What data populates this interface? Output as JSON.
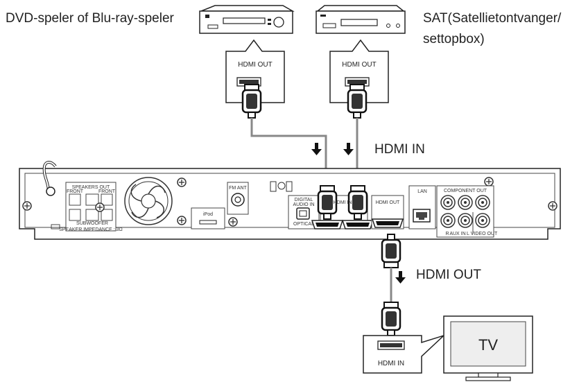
{
  "labels": {
    "dvd_player": "DVD-speler of Blu-ray-speler",
    "sat_line1": "SAT(Satellietontvanger/",
    "sat_line2": "settopbox)",
    "hdmi_in_main": "HDMI IN",
    "hdmi_out_main": "HDMI OUT",
    "tv": "TV"
  },
  "callouts": {
    "dvd_port": "HDMI OUT",
    "sat_port": "HDMI OUT",
    "tv_port": "HDMI  IN"
  },
  "panel": {
    "speakers_out": "SPEAKERS OUT",
    "front_left": "FRONT",
    "front_right": "FRONT",
    "subwoofer": "SUBWOOFER",
    "speaker_impedance": "SPEAKER IMPEDANCE : 3Ω",
    "fm_ant": "FM ANT",
    "ipod": "iPod",
    "digital_audio_in_1": "DIGITAL",
    "digital_audio_in_2": "AUDIO IN",
    "optical": "OPTICAL",
    "hdmi_in_port": "HDMI IN",
    "hdmi_out_port": "HDMI OUT",
    "lan": "LAN",
    "component_out": "COMPONENT OUT",
    "aux_in": "AUX IN",
    "video_out": "VIDEO OUT",
    "aux_r": "R",
    "aux_l": "L"
  }
}
